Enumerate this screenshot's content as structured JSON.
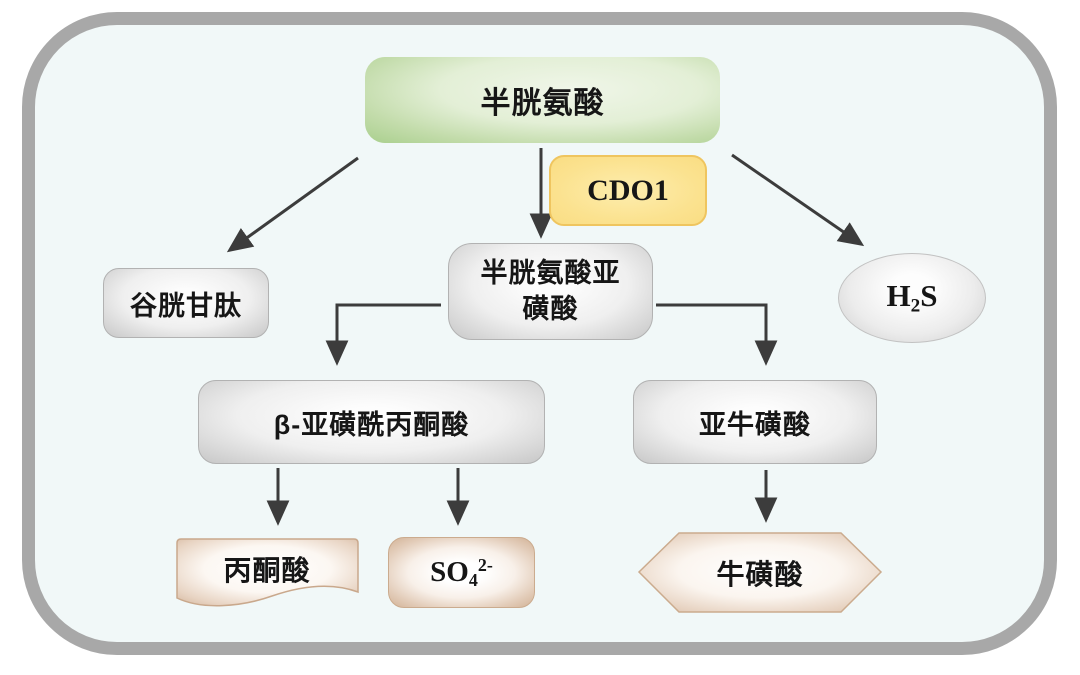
{
  "diagram": {
    "type": "flowchart",
    "description_colors": {
      "frame_gray": "#a8a8a8",
      "inner_background": "#f1f8f8",
      "green_accent": "#a9cf8d",
      "yellow_accent": "#fbe28f",
      "yellow_border": "#efc55f",
      "gray_node": "#c7c7c7",
      "tan_accent": "#d2b296",
      "arrow_color": "#3c3c3c"
    },
    "nodes": {
      "cysteine": {
        "label": "半胱氨酸"
      },
      "cdo1": {
        "label": "CDO1"
      },
      "glutathione": {
        "label": "谷胱甘肽"
      },
      "cysteine_sulfinate": {
        "label": "半胱氨酸亚磺酸"
      },
      "h2s": {
        "formula_pre": "H",
        "formula_sub": "2",
        "formula_post": "S"
      },
      "beta_sulfinylpyruvate": {
        "label": "β-亚磺酰丙酮酸"
      },
      "hypotaurine": {
        "label": "亚牛磺酸"
      },
      "pyruvate": {
        "label": "丙酮酸"
      },
      "sulfate": {
        "formula_pre": "SO",
        "formula_sub": "4",
        "formula_sup": "2-"
      },
      "taurine": {
        "label": "牛磺酸"
      }
    }
  }
}
